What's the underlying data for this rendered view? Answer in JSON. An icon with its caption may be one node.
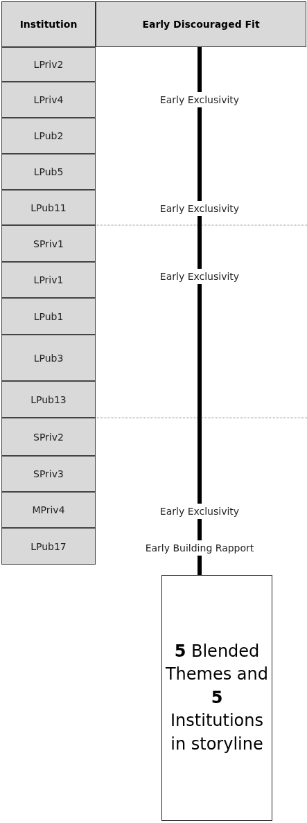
{
  "diagram": {
    "nodes": [
      {
        "text": [
          "Institution"
        ]
      },
      {
        "text": [
          "Early Discouraged Fit"
        ]
      },
      {
        "text": [
          "LPriv2"
        ]
      },
      {
        "text": [
          "LPriv4"
        ]
      },
      {
        "text": [
          "Early Exclusivity"
        ]
      },
      {
        "text": [
          "LPub2"
        ]
      },
      {
        "text": [
          "LPub5"
        ]
      },
      {
        "text": [
          "LPub11"
        ]
      },
      {
        "text": [
          "Early Exclusivity"
        ]
      },
      {
        "text": [
          "SPriv1"
        ]
      },
      {
        "text": [
          "LPriv1"
        ]
      },
      {
        "text": [
          "Early Exclusivity"
        ]
      },
      {
        "text": [
          "LPub1"
        ]
      },
      {
        "text": [
          "LPub3"
        ]
      },
      {
        "text": [
          "LPub13"
        ]
      },
      {
        "text": [
          "SPriv2"
        ]
      },
      {
        "text": [
          "SPriv3"
        ]
      },
      {
        "text": [
          "MPriv4"
        ]
      },
      {
        "text": [
          "Early Exclusivity"
        ]
      },
      {
        "text": [
          "LPub17"
        ]
      },
      {
        "text": [
          "Early Building Rapport"
        ]
      },
      {
        "text": [
          "**5** Blended Themes and **5** Institutions in storyline"
        ]
      }
    ],
    "edges": [
      {
        "from": 1,
        "to": 4,
        "arrow": "none"
      },
      {
        "from": 4,
        "to": 8,
        "arrow": "none"
      },
      {
        "from": 8,
        "to": 11,
        "arrow": "none"
      },
      {
        "from": 11,
        "to": 18,
        "arrow": "none"
      },
      {
        "from": 18,
        "to": 20,
        "arrow": "none"
      },
      {
        "from": 20,
        "to": 21,
        "arrow": "none"
      }
    ]
  }
}
